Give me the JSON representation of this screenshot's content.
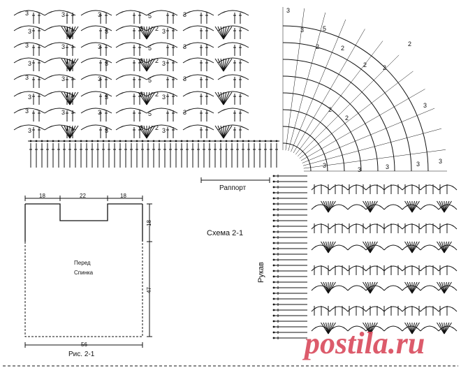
{
  "scheme_title": "Схема 2-1",
  "rapport_label": "Раппорт",
  "sleeve_label": "Рукав",
  "figure_caption": "Рис. 2-1",
  "pattern_front": "Перед",
  "pattern_back": "Спинка",
  "dims": {
    "top_left": "18",
    "top_mid": "22",
    "top_right": "18",
    "side_top": "18",
    "side_main": "47",
    "bottom": "56"
  },
  "stitch_counts": {
    "three": "3",
    "five": "5",
    "two": "2"
  },
  "watermark": "postila.ru",
  "colors": {
    "ink": "#111111",
    "watermark": "#d94a5c"
  }
}
